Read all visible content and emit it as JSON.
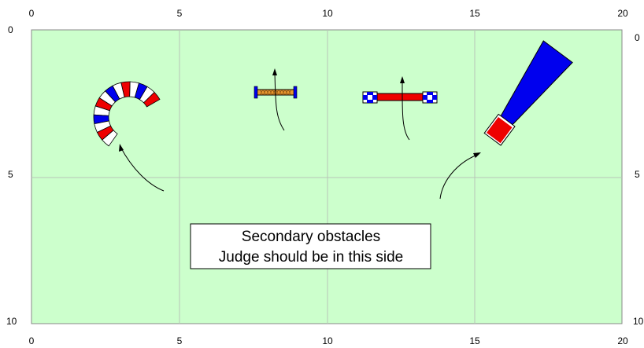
{
  "colors": {
    "field": "#ccffcc",
    "grid": "#b8c4b8",
    "blue": "#0000ee",
    "red": "#ee0000",
    "white": "#ffffff",
    "orange": "#e8962e",
    "outline": "#000000"
  },
  "axes": {
    "x_ticks": [
      "0",
      "5",
      "10",
      "15",
      "20"
    ],
    "y_ticks": [
      "0",
      "5",
      "10"
    ],
    "x_range": [
      0,
      20
    ],
    "y_range": [
      0,
      10
    ],
    "grid": true
  },
  "note": {
    "line1": "Secondary obstacles",
    "line2": "Judge should be in this side"
  },
  "obstacles": [
    {
      "name": "tunnel-obstacle",
      "type": "curved-tunnel"
    },
    {
      "name": "jump-obstacle",
      "type": "bar-jump"
    },
    {
      "name": "wall-obstacle",
      "type": "wall-jump"
    },
    {
      "name": "chute-obstacle",
      "type": "chute"
    }
  ],
  "icons": [
    "approach-arrow-icon"
  ]
}
